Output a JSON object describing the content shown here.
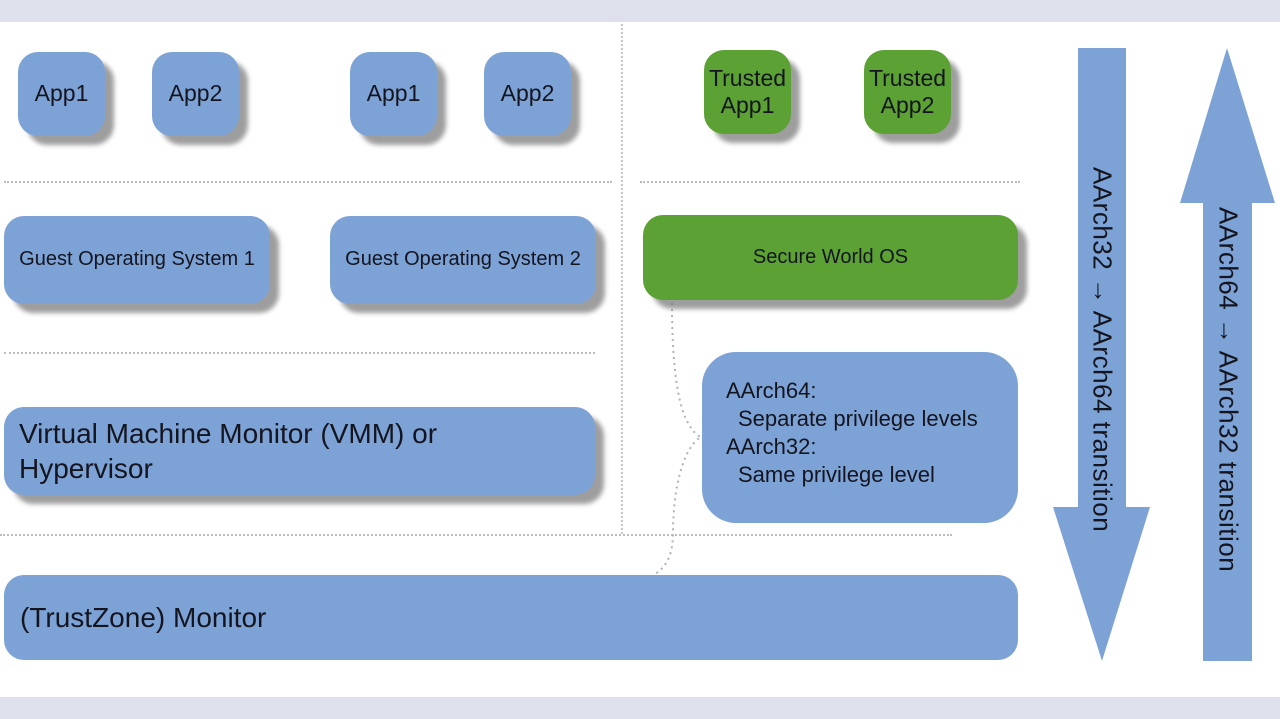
{
  "colors": {
    "box_blue": "#7ca2d6",
    "box_green": "#5ba134",
    "band_gray": "#dee1eb",
    "text_dark": "#15151f",
    "dotted_line": "#b9bcc2"
  },
  "normal_world": {
    "apps": [
      "App1",
      "App2",
      "App1",
      "App2"
    ],
    "guest_os_1": "Guest Operating System 1",
    "guest_os_2": "Guest Operating System 2",
    "hypervisor": "Virtual Machine Monitor (VMM) or\nHypervisor"
  },
  "secure_world": {
    "trusted_app_1": "Trusted\nApp1",
    "trusted_app_2": "Trusted\nApp2",
    "os": "Secure World OS",
    "privilege_note": {
      "lines": [
        {
          "text": "AArch64:"
        },
        {
          "text": "Separate privilege levels"
        },
        {
          "text": "AArch32:"
        },
        {
          "text": "Same privilege level"
        }
      ]
    }
  },
  "monitor": {
    "label": "(TrustZone) Monitor"
  },
  "transitions": {
    "down_arrow": "AArch32 → AArch64 transition",
    "up_arrow": "AArch64 → AArch32 transition"
  }
}
